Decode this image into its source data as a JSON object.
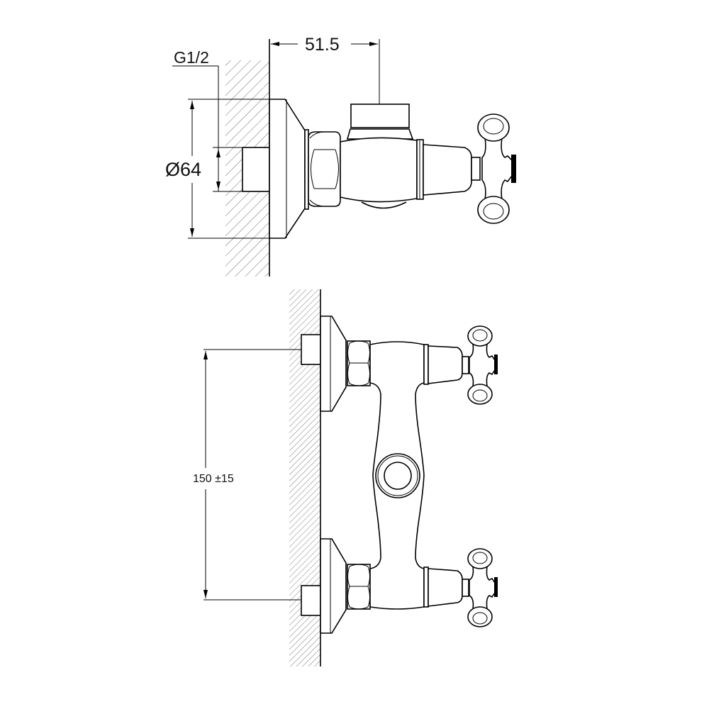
{
  "drawing": {
    "side_view": {
      "depth_dimension": "51.5",
      "thread_label": "G1/2",
      "flange_diameter_label": "Ø64"
    },
    "front_view": {
      "center_distance_label": "150 ±15"
    }
  },
  "colors": {
    "line": "#000000",
    "background": "#ffffff"
  }
}
